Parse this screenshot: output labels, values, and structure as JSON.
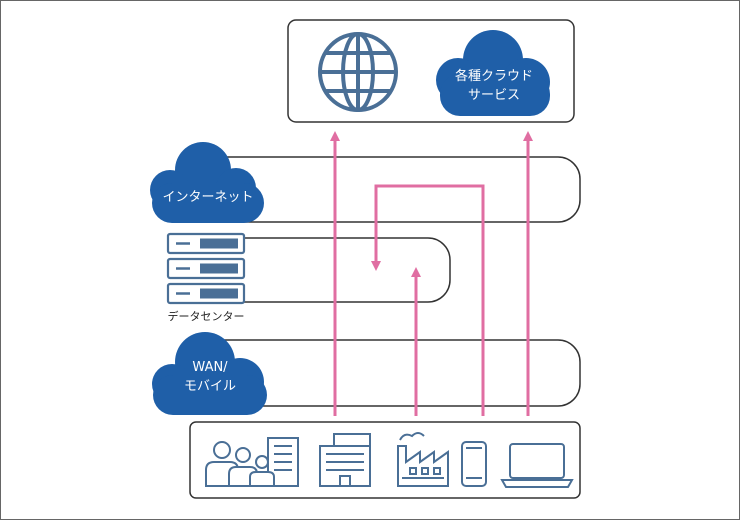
{
  "colors": {
    "cloud": "#1f5fa8",
    "line_blue": "#4a6f96",
    "flow": "#e06ea2",
    "box": "#333333",
    "text_dark": "#222222"
  },
  "top_box": {
    "cloud_label_line1": "各種クラウド",
    "cloud_label_line2": "サービス",
    "icons": [
      "globe-icon",
      "cloud-icon"
    ]
  },
  "layers": {
    "internet_label": "インターネット",
    "datacenter_label": "データセンター",
    "wan_label_line1": "WAN/",
    "wan_label_line2": "モバイル"
  },
  "bottom_box": {
    "icons": [
      "people-building-icon",
      "office-building-icon",
      "factory-icon",
      "smartphone-icon",
      "laptop-icon"
    ]
  }
}
